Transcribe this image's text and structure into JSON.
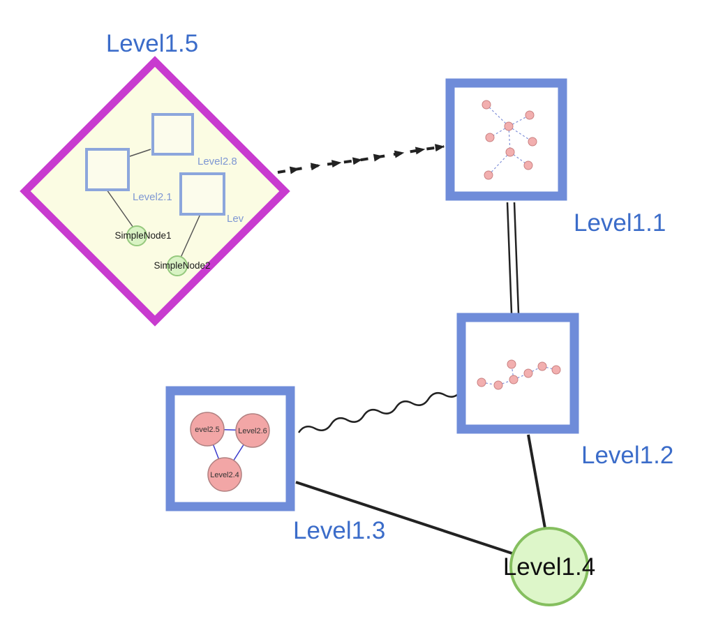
{
  "diagram": {
    "top_nodes": {
      "level15": {
        "label": "Level1.5",
        "shape": "diamond"
      },
      "level11": {
        "label": "Level1.1",
        "shape": "square-group"
      },
      "level12": {
        "label": "Level1.2",
        "shape": "square-group"
      },
      "level13": {
        "label": "Level1.3",
        "shape": "square-group"
      },
      "level14": {
        "label": "Level1.4",
        "shape": "circle"
      }
    },
    "level15_children": {
      "group_top": {
        "label": "Level2.8"
      },
      "group_left": {
        "label": "Level2.1"
      },
      "group_right": {
        "label": "Lev"
      },
      "simple1": {
        "label": "SimpleNode1"
      },
      "simple2": {
        "label": "SimpleNode2"
      }
    },
    "level13_children": {
      "n5": {
        "label": "evel2.5"
      },
      "n6": {
        "label": "Level2.6"
      },
      "n4": {
        "label": "Level2.4"
      }
    },
    "level11_subgraph": {
      "node_count": 8,
      "edge_style": "dashed-blue"
    },
    "level12_subgraph": {
      "node_count": 7,
      "edge_style": "dashed-blue"
    },
    "edges": [
      {
        "from": "Level1.5",
        "to": "Level1.1",
        "style": "dashed-arrow-chain"
      },
      {
        "from": "Level1.1",
        "to": "Level1.2",
        "style": "double-line"
      },
      {
        "from": "Level1.3",
        "to": "Level1.2",
        "style": "wavy"
      },
      {
        "from": "Level1.3",
        "to": "Level1.4",
        "style": "solid"
      },
      {
        "from": "Level1.2",
        "to": "Level1.4",
        "style": "solid"
      }
    ],
    "colors": {
      "label_blue": "#3B6CC9",
      "diamond_border": "#C83BCF",
      "diamond_fill": "#FBFCE3",
      "group_border": "#6F8CD9",
      "group_fill": "#FFFFFF",
      "child_square_border": "#8CA6DC",
      "child_square_fill": "#FCFCEC",
      "green_node_fill": "#D9F3C4",
      "green_node_border": "#96C97E",
      "level14_fill": "#DDF6C9",
      "level14_border": "#85BF5F",
      "pink_node_fill": "#F2AFAF",
      "pink_node_border": "#C98080",
      "mini_edge_blue": "#8090D8",
      "triangle_edge_blue": "#3A3ACC",
      "edge_black": "#222222"
    }
  }
}
